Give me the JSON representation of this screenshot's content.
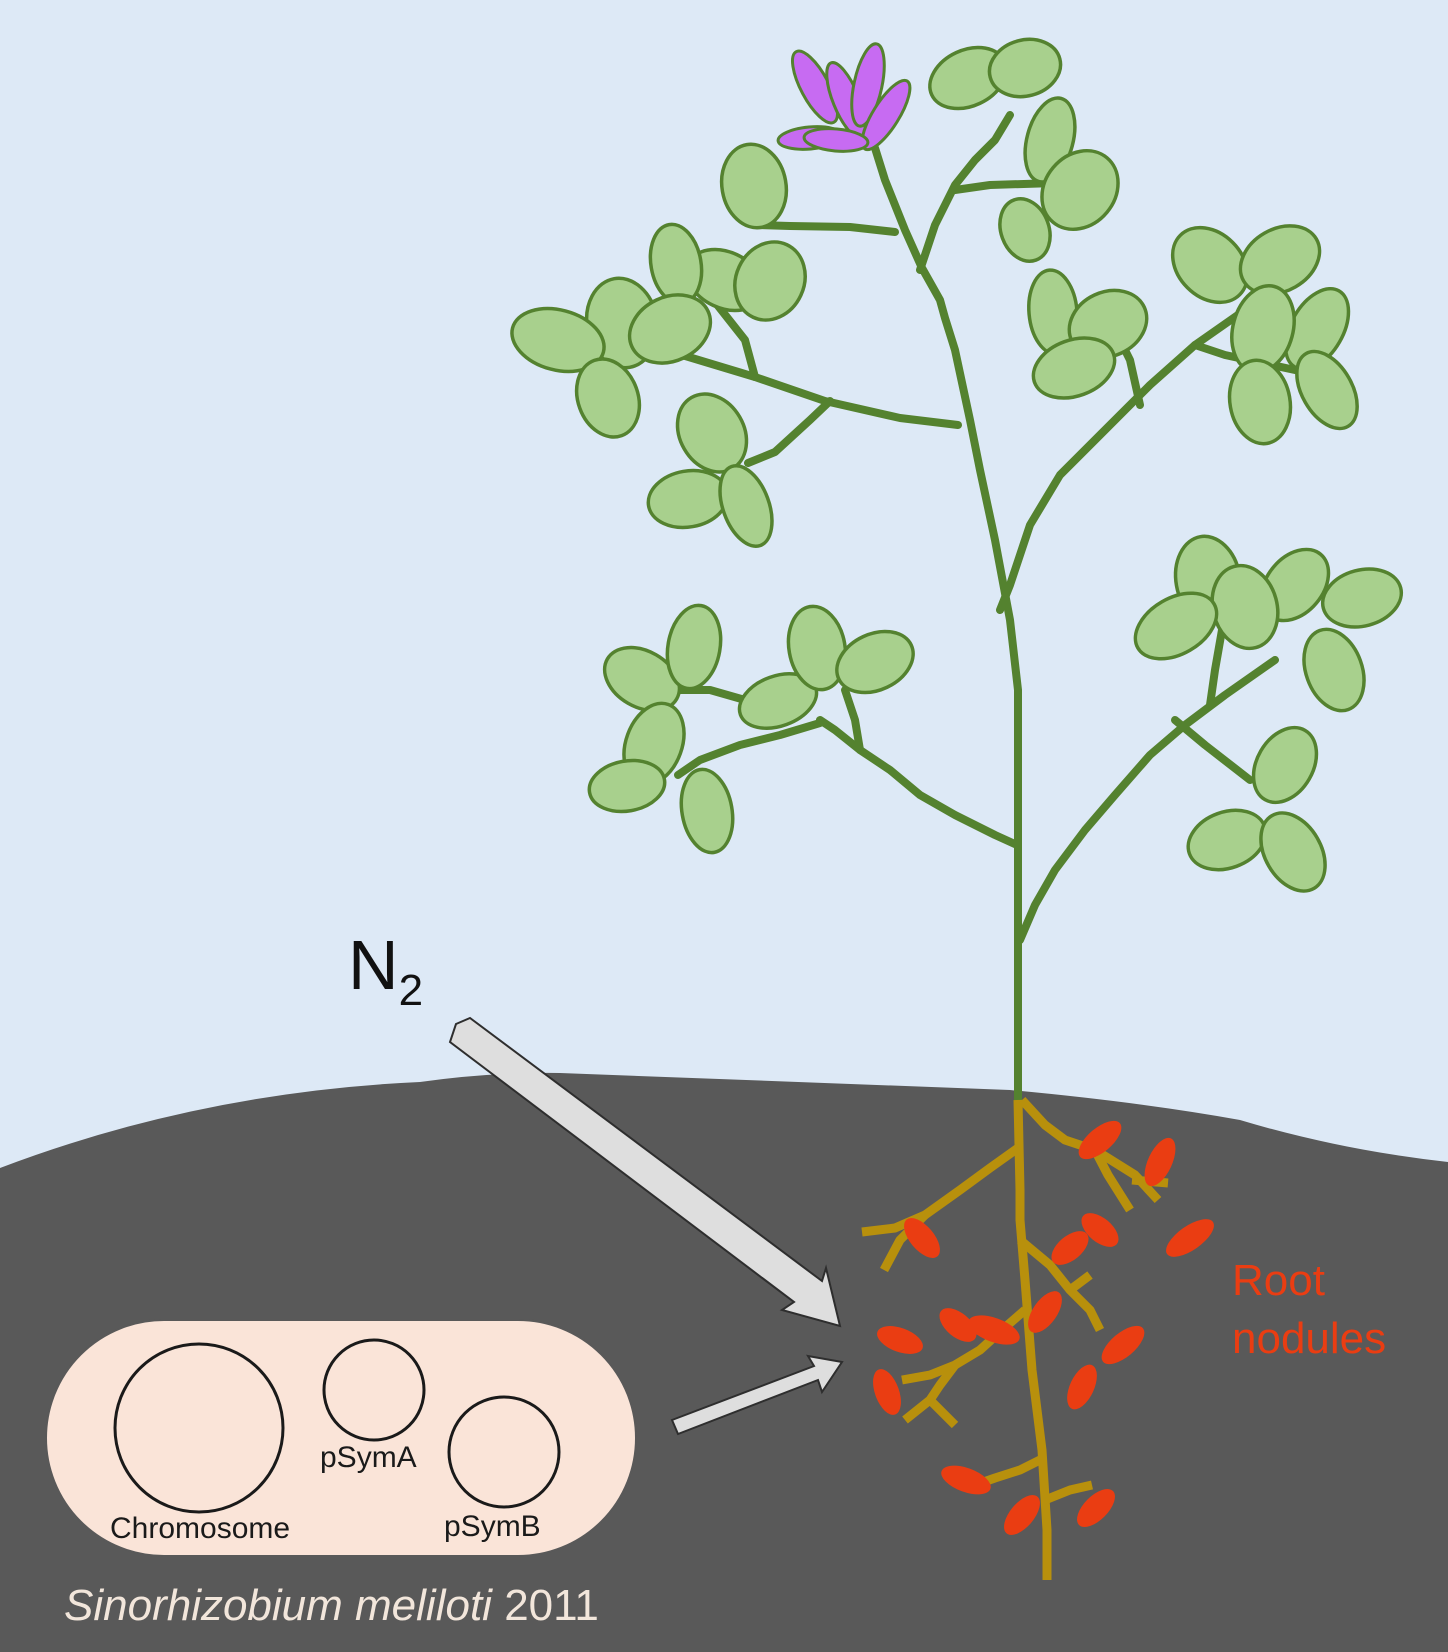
{
  "labels": {
    "gas_base": "N",
    "gas_subscript": "2",
    "nodules": "Root nodules",
    "chromosome": "Chromosome",
    "psyma": "pSymA",
    "psymb": "pSymB",
    "species_italic": "Sinorhizobium meliloti",
    "strain": "2011"
  },
  "colors": {
    "sky": "#dde9f6",
    "soil": "#595959",
    "stem": "#54822f",
    "leaf_fill": "#a8d08d",
    "leaf_stroke": "#54822f",
    "flower": "#c76bf2",
    "root": "#b8900c",
    "nodule": "#ea3d12",
    "arrow": "#dedede",
    "cell": "#fae4d8",
    "nodules_text": "#ea3d12",
    "species_text": "#f2e6db"
  },
  "icons": [
    "plant-icon",
    "flower-icon",
    "root-nodule-icon",
    "arrow-icon",
    "bacterium-cell-icon",
    "replicon-circle-icon"
  ]
}
